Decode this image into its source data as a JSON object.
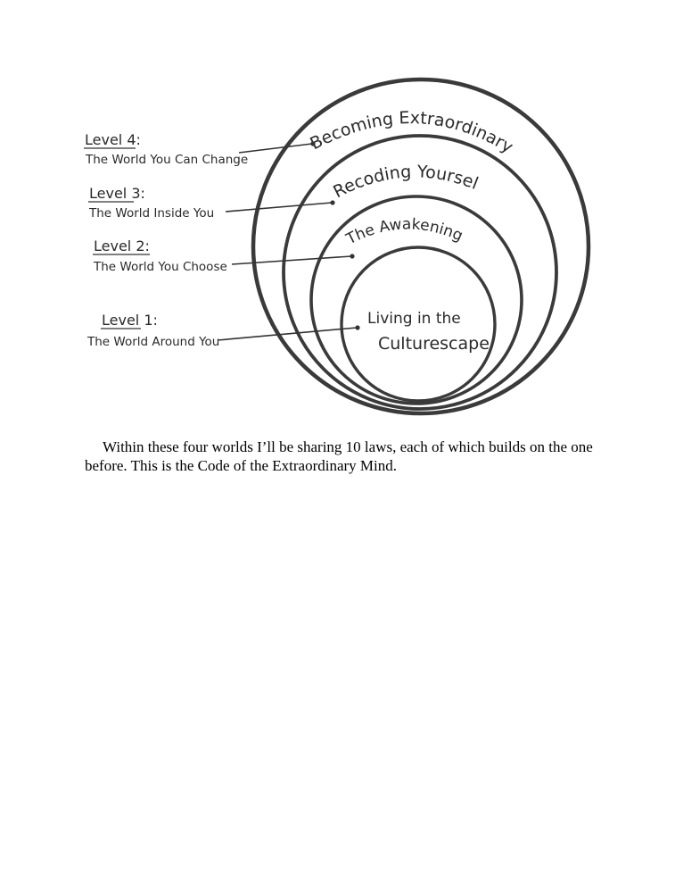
{
  "diagram": {
    "levels": [
      {
        "level": "Level 4:",
        "world": "The World You Can Change"
      },
      {
        "level": "Level 3:",
        "world": "The World Inside You"
      },
      {
        "level": "Level 2:",
        "world": "The World You Choose"
      },
      {
        "level": "Level 1:",
        "world": "The World Around You"
      }
    ],
    "rings": [
      {
        "label": "Becoming Extraordinary"
      },
      {
        "label": "Recoding Yourself"
      },
      {
        "label": "The Awakening"
      },
      {
        "label_line1": "Living in the",
        "label_line2": "Culturescape"
      }
    ]
  },
  "body": {
    "paragraph": "Within these four worlds I’ll be sharing 10 laws, each of which builds on the one before. This is the Code of the Extraordinary Mind."
  }
}
